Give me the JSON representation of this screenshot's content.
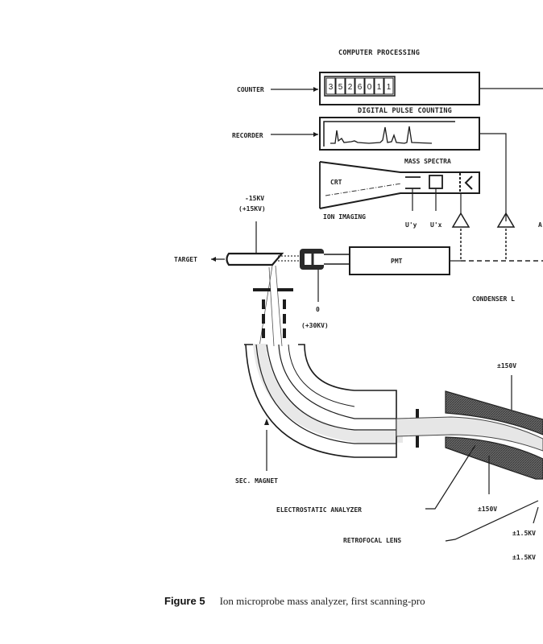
{
  "figure": {
    "label": "Figure 5",
    "caption": "Ion microprobe mass analyzer, first scanning-pro"
  },
  "labels": {
    "computer_processing": "COMPUTER PROCESSING",
    "counter": "COUNTER",
    "digital_pulse_counting": "DIGITAL PULSE COUNTING",
    "recorder": "RECORDER",
    "mass_spectra": "MASS SPECTRA",
    "crt": "CRT",
    "ion_imaging": "ION IMAGING",
    "uy": "U'y",
    "ux": "U'x",
    "target": "TARGET",
    "target_voltage": "-15KV",
    "target_voltage_alt": "(+15KV)",
    "pmt": "PMT",
    "detector_voltage": "0",
    "detector_voltage_alt": "(+30KV)",
    "condenser_lens": "CONDENSER L",
    "sec_magnet": "SEC. MAGNET",
    "esa_voltage_top": "±150V",
    "esa_voltage_bottom": "±150V",
    "electrostatic_analyzer": "ELECTROSTATIC ANALYZER",
    "retrofocal_lens": "RETROFOCAL LENS",
    "lens_voltage_1": "±1.5KV",
    "lens_voltage_2": "±1.5KV",
    "cutoff_right": "A"
  },
  "counter_digits": [
    "3",
    "5",
    "2",
    "6",
    "0",
    "1",
    "1"
  ],
  "colors": {
    "ink": "#1c1c1c",
    "analyzer_plate": "#555555",
    "beam": "#e6e6e6"
  }
}
